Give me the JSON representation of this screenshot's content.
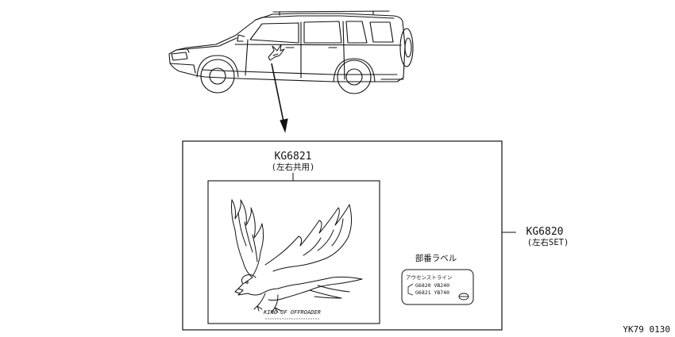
{
  "part_main": {
    "number": "KG6820",
    "note": "(左右SET)"
  },
  "part_decal": {
    "number": "KG6821",
    "note": "(左右共用)"
  },
  "decal_caption": "KING OF OFFROADER",
  "parts_label": {
    "title": "部番ラベル",
    "line1": "アウセンストライン",
    "line2": "G6820 VB240",
    "line3": "G6821 YB740"
  },
  "figure_code": "YK79 0130"
}
